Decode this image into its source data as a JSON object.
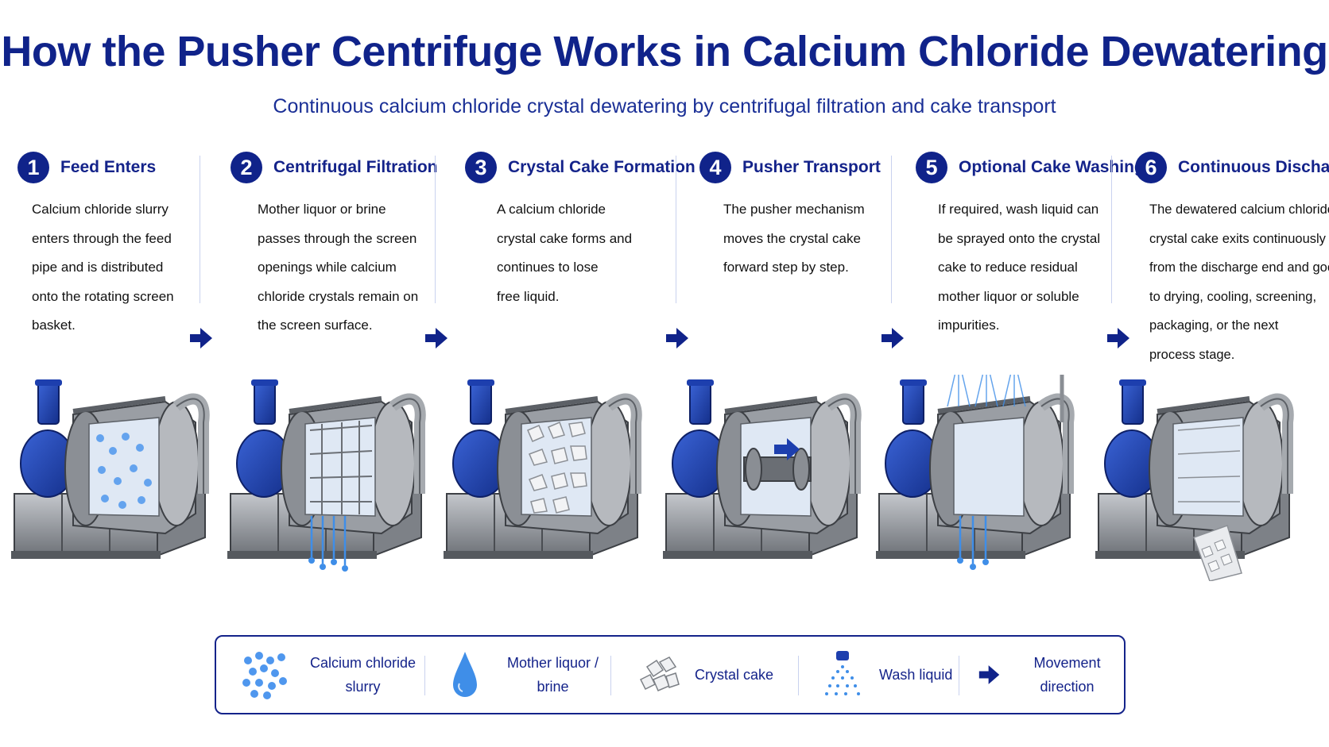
{
  "title": "How the Pusher Centrifuge Works in Calcium Chloride Dewatering",
  "subtitle": "Continuous calcium chloride crystal dewatering by centrifugal filtration and cake transport",
  "steps": [
    {
      "number": "1",
      "title": "Feed Enters",
      "lines": [
        "Calcium chloride slurry",
        "enters through the feed",
        "pipe and is distributed",
        "onto the rotating screen",
        "basket."
      ]
    },
    {
      "number": "2",
      "title": "Centrifugal Filtration",
      "lines": [
        "Mother liquor or brine",
        "passes through the screen",
        "openings while calcium",
        "chloride crystals remain on",
        "the screen surface."
      ]
    },
    {
      "number": "3",
      "title": "Crystal Cake Formation",
      "lines": [
        "A calcium chloride",
        "crystal cake forms and",
        "continues to lose",
        "free liquid."
      ]
    },
    {
      "number": "4",
      "title": "Pusher Transport",
      "lines": [
        "The pusher mechanism",
        "moves the crystal cake",
        "forward step by step."
      ]
    },
    {
      "number": "5",
      "title": "Optional Cake Washing",
      "lines": [
        "If required, wash liquid can",
        "be sprayed onto the crystal",
        "cake to reduce residual",
        "mother liquor or soluble",
        "impurities."
      ]
    },
    {
      "number": "6",
      "title": "Continuous Discharge",
      "lines": [
        "The dewatered calcium chloride",
        "crystal cake exits continuously",
        "from the discharge end and goes",
        "to drying, cooling, screening,",
        "packaging, or the next",
        "process stage."
      ]
    }
  ],
  "legend": {
    "slurry_line1": "Calcium chloride",
    "slurry_line2": "slurry",
    "liquor_line1": "Mother liquor /",
    "liquor_line2": "brine",
    "cake": "Crystal cake",
    "wash": "Wash liquid",
    "movement": "Movement direction"
  },
  "icons": {
    "flow_arrow": "right-arrow-icon",
    "slurry": "droplets-icon",
    "liquor": "drop-icon",
    "cake": "crystal-icon",
    "wash": "spray-icon",
    "movement": "right-arrow-icon"
  },
  "colors": {
    "accent": "#10238a",
    "water": "#3f8ee8",
    "steel": "#8a8e94",
    "motor": "#1d3fae"
  }
}
